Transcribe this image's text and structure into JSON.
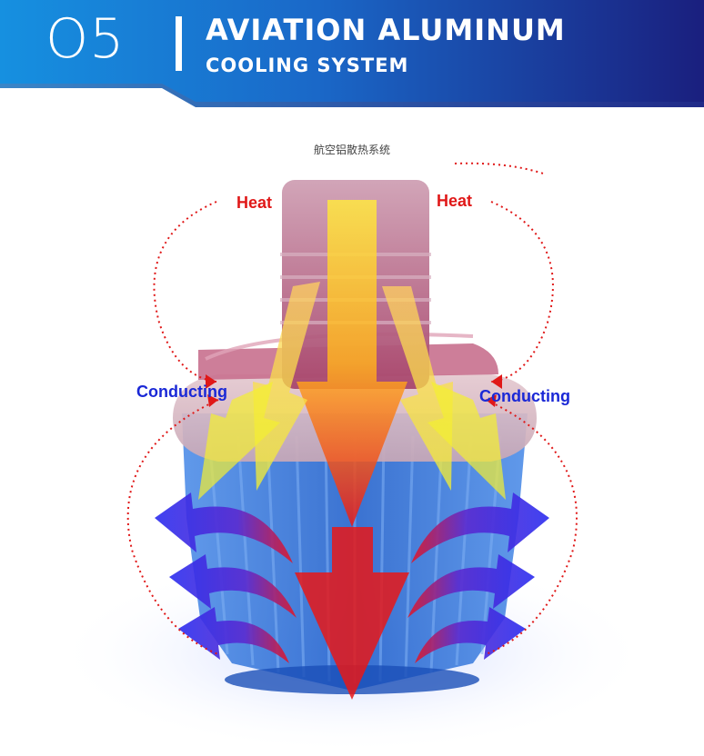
{
  "header": {
    "number": "O5",
    "title_line1": "AVIATION ALUMINUM",
    "title_line2": "COOLING SYSTEM"
  },
  "diagram": {
    "caption": "航空铝散热系统",
    "labels": {
      "heat_left": "Heat",
      "heat_right": "Heat",
      "conducting_left": "Conducting",
      "conducting_right": "Conducting"
    }
  },
  "colors": {
    "banner_blue": "#1e6fd0",
    "banner_dark": "#1a1f80",
    "heat_red": "#e01818",
    "conducting_blue": "#1a28d6",
    "heatsink_blue": "#2a6ad8"
  }
}
